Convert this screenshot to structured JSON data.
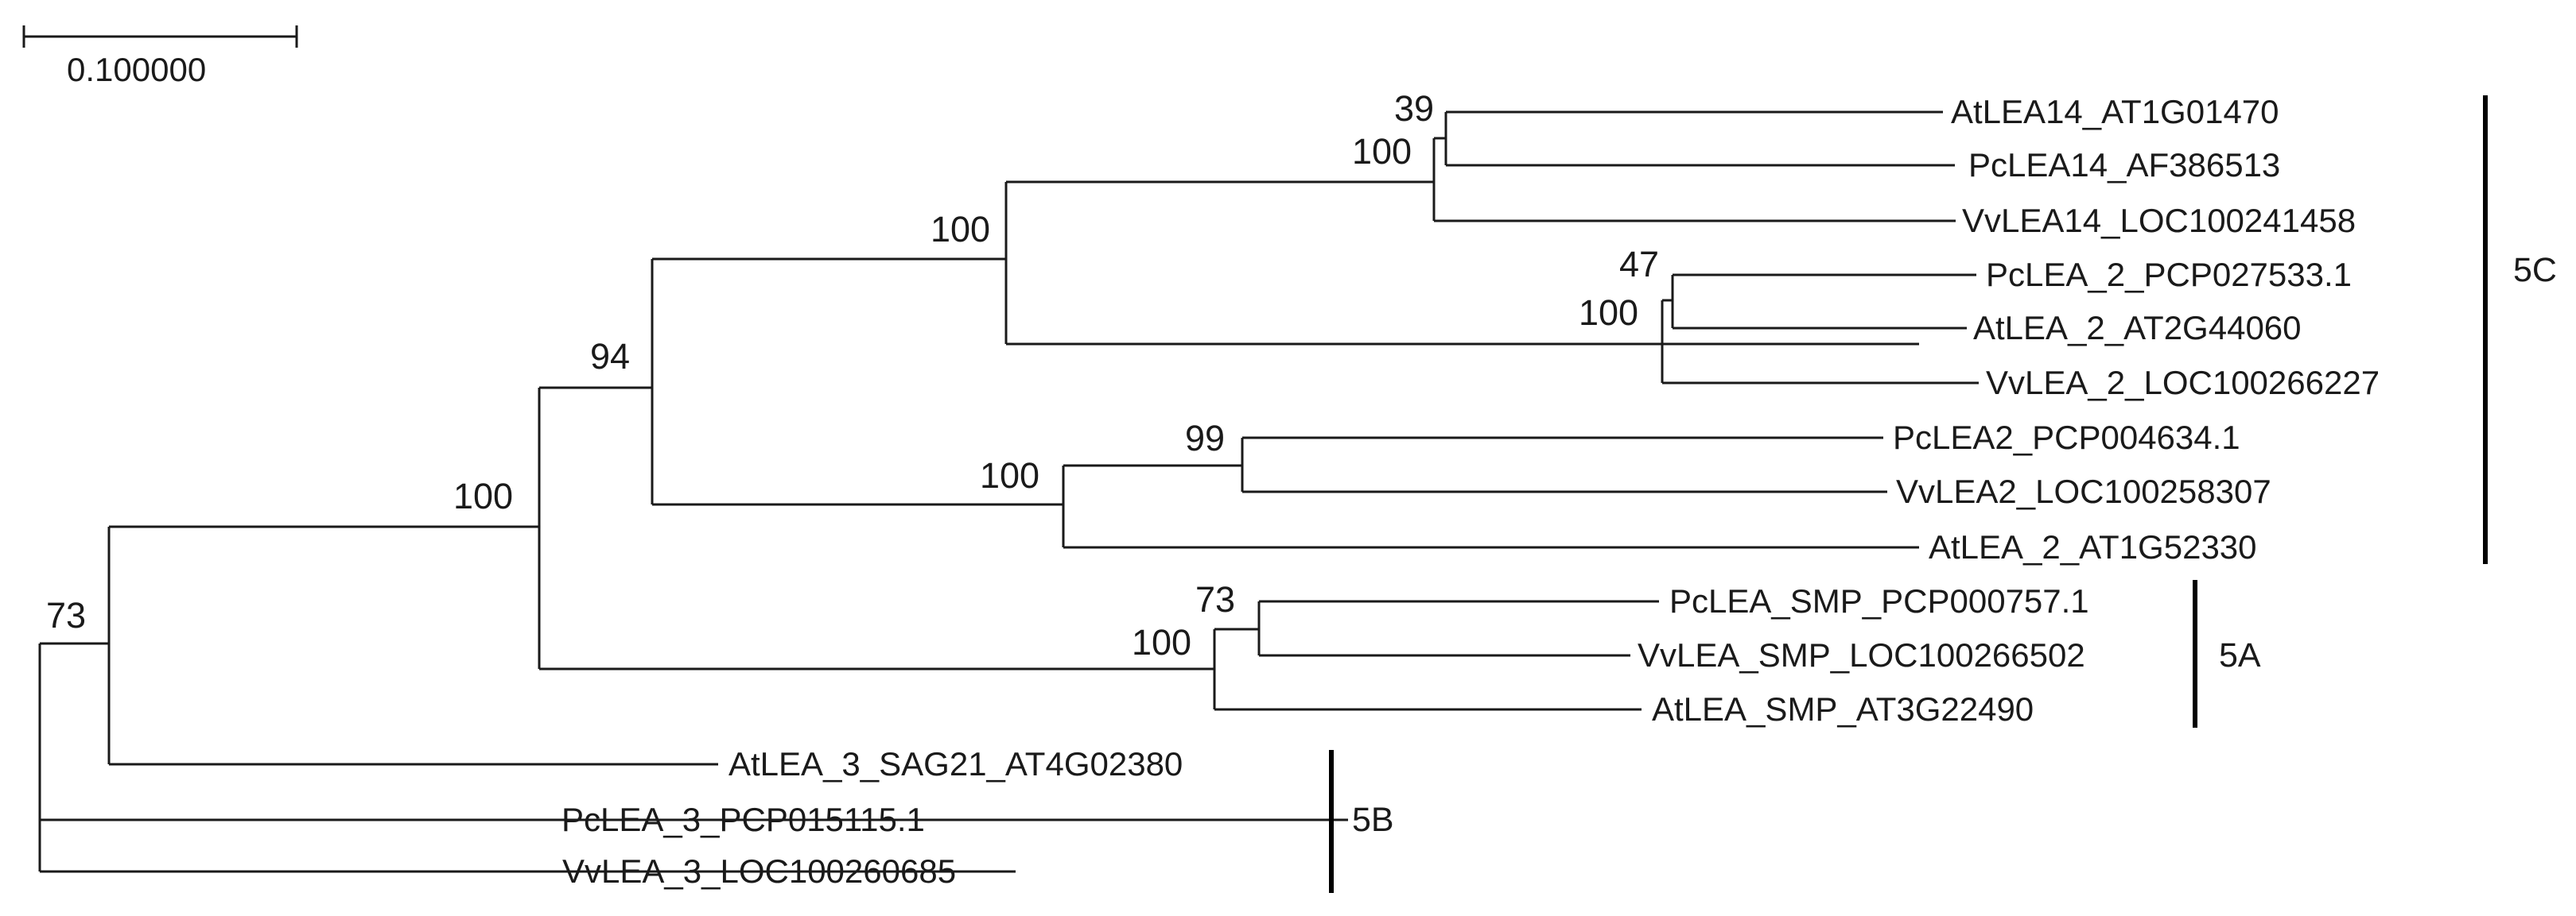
{
  "scale_bar": {
    "label": "0.100000",
    "value": 0.1
  },
  "support_values": {
    "root": "73",
    "n_5ac": "100",
    "n_5c": "94",
    "n_lea14_lea2": "100",
    "n_lea14_inner": "100",
    "n_lea14_atpc": "39",
    "n_lea2_inner": "100",
    "n_lea2_pcat": "47",
    "n_lea2b": "100",
    "n_lea2b_pcvv": "99",
    "n_smp": "100",
    "n_smp_pcvv": "73"
  },
  "leaves": [
    "AtLEA14_AT1G01470",
    "PcLEA14_AF386513",
    "VvLEA14_LOC100241458",
    "PcLEA_2_PCP027533.1",
    "AtLEA_2_AT2G44060",
    "VvLEA_2_LOC100266227",
    "PcLEA2_PCP004634.1",
    "VvLEA2_LOC100258307",
    "AtLEA_2_AT1G52330",
    "PcLEA_SMP_PCP000757.1",
    "VvLEA_SMP_LOC100266502",
    "AtLEA_SMP_AT3G22490",
    "AtLEA_3_SAG21_AT4G02380",
    "PcLEA_3_PCP015115.1",
    "VvLEA_3_LOC100260685"
  ],
  "clades": {
    "c5C": "5C",
    "c5A": "5A",
    "c5B": "5B"
  }
}
